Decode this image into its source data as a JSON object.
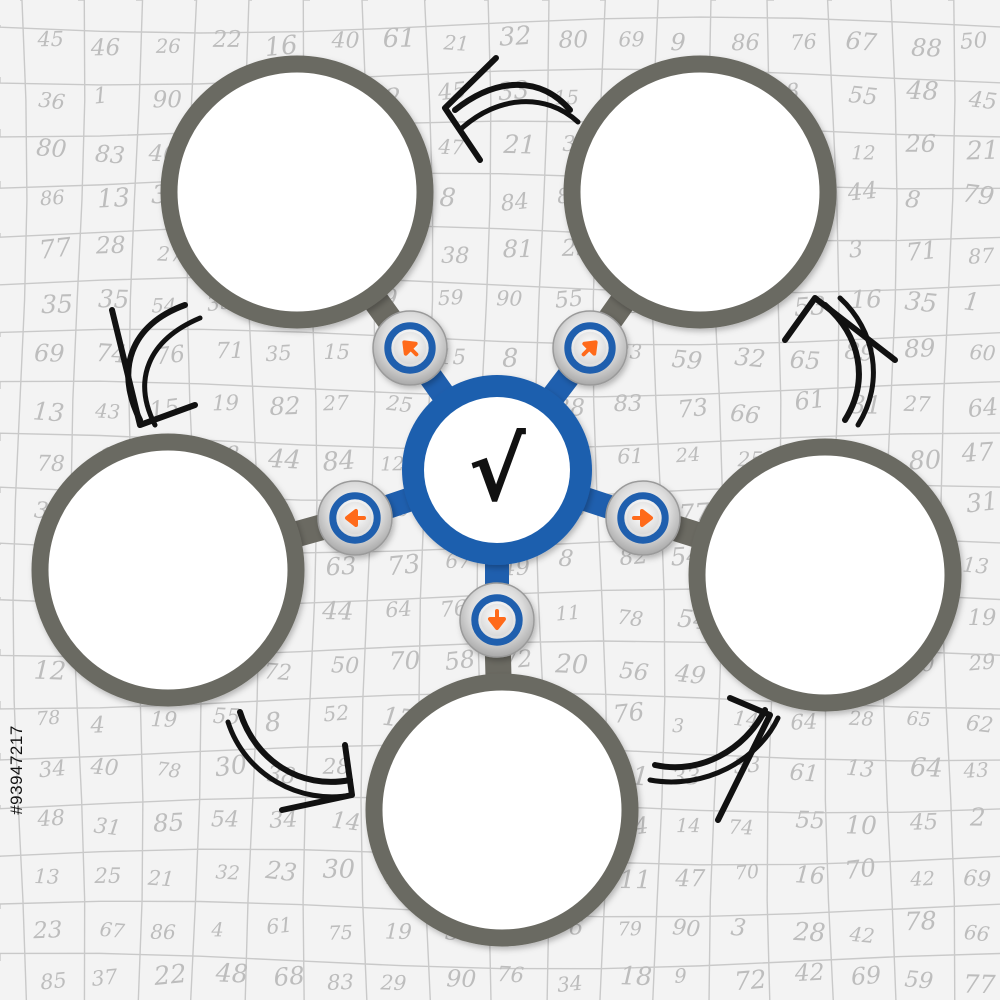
{
  "center": {
    "symbol": "√",
    "color": "#1f5fae",
    "icon": "square-root-icon"
  },
  "nodes": [
    {
      "id": "top-left",
      "text": ""
    },
    {
      "id": "top-right",
      "text": ""
    },
    {
      "id": "right",
      "text": ""
    },
    {
      "id": "bottom",
      "text": ""
    },
    {
      "id": "left",
      "text": ""
    }
  ],
  "connectors": [
    {
      "icon": "arrow-up-left-icon"
    },
    {
      "icon": "arrow-up-right-icon"
    },
    {
      "icon": "arrow-right-icon"
    },
    {
      "icon": "arrow-down-icon"
    },
    {
      "icon": "arrow-left-icon"
    }
  ],
  "cycle_direction": "counter-clockwise",
  "colors": {
    "ring": "#6b6a62",
    "hub": "#1f5fae",
    "arrow_badge": "#ff6a1a",
    "grid": "#c9c9c9",
    "background": "#f3f3f3"
  },
  "watermark": "#93947217"
}
